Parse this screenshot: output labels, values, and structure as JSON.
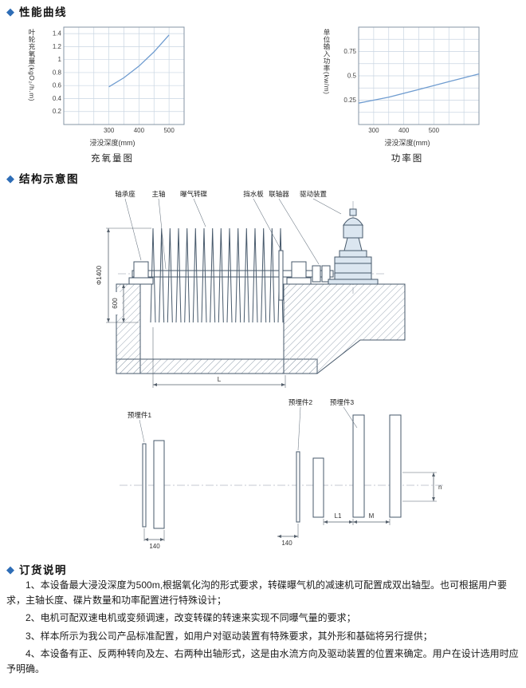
{
  "accent": "#2e6db6",
  "sections": [
    {
      "title": "性能曲线"
    },
    {
      "title": "结构示意图"
    },
    {
      "title": "订货说明"
    }
  ],
  "chart_data": [
    {
      "type": "line",
      "title": "充氧量图",
      "xlabel": "浸没深度(mm)",
      "ylabel": "叶轮充氧量(kgO₂/h.m)",
      "x_ticks": [
        "300",
        "400",
        "500"
      ],
      "y_ticks": [
        "0.2",
        "0.4",
        "0.6",
        "0.8",
        "1",
        "1.2",
        "1.4"
      ],
      "xlim": [
        150,
        550
      ],
      "ylim": [
        0,
        1.5
      ],
      "grid": true,
      "grid_x_step": 50,
      "grid_y_step": 0.2,
      "legend": "none",
      "series": [
        {
          "name": "充氧量",
          "color": "#6f9cd0",
          "x": [
            300,
            350,
            400,
            450,
            500
          ],
          "y": [
            0.58,
            0.72,
            0.9,
            1.12,
            1.38
          ]
        }
      ]
    },
    {
      "type": "line",
      "title": "功率图",
      "xlabel": "浸没深度(mm)",
      "ylabel": "单位输入功率(kw/m)",
      "x_ticks": [
        "300",
        "400",
        "500"
      ],
      "y_ticks": [
        "0.25",
        "0.5",
        "0.75"
      ],
      "xlim": [
        250,
        650
      ],
      "ylim": [
        0,
        1.0
      ],
      "grid": true,
      "grid_x_step": 50,
      "grid_y_step": 0.125,
      "legend": "none",
      "series": [
        {
          "name": "功率",
          "color": "#6f9cd0",
          "x": [
            250,
            350,
            450,
            550,
            650
          ],
          "y": [
            0.22,
            0.28,
            0.36,
            0.44,
            0.52
          ]
        }
      ]
    }
  ],
  "structure": {
    "disc_count": 16,
    "part_labels": [
      "轴承座",
      "主轴",
      "曝气转碟",
      "挡水板",
      "联轴器",
      "驱动装置"
    ],
    "dim_diameter": "Φ1400",
    "dim_depth": "600",
    "dim_length": "L",
    "embed_labels": [
      "预埋件1",
      "预埋件2",
      "预埋件3"
    ],
    "dim_140a": "140",
    "dim_140b": "140",
    "dim_l1": "L1",
    "dim_m": "M",
    "dim_n": "n"
  },
  "ordering": {
    "items": [
      "1、本设备最大浸没深度为500m,根据氧化沟的形式要求，转碟曝气机的减速机可配置成双出轴型。也可根据用户要求，主轴长度、碟片数量和功率配置进行特殊设计；",
      "2、电机可配双速电机或变频调速，改变转碟的转速来实现不同曝气量的要求；",
      "3、样本所示为我公司产品标准配置，如用户对驱动装置有特殊要求，其外形和基础将另行提供；",
      "4、本设备有正、反两种转向及左、右两种出轴形式，这是由水流方向及驱动装置的位置来确定。用户在设计选用时应予明确。"
    ]
  }
}
